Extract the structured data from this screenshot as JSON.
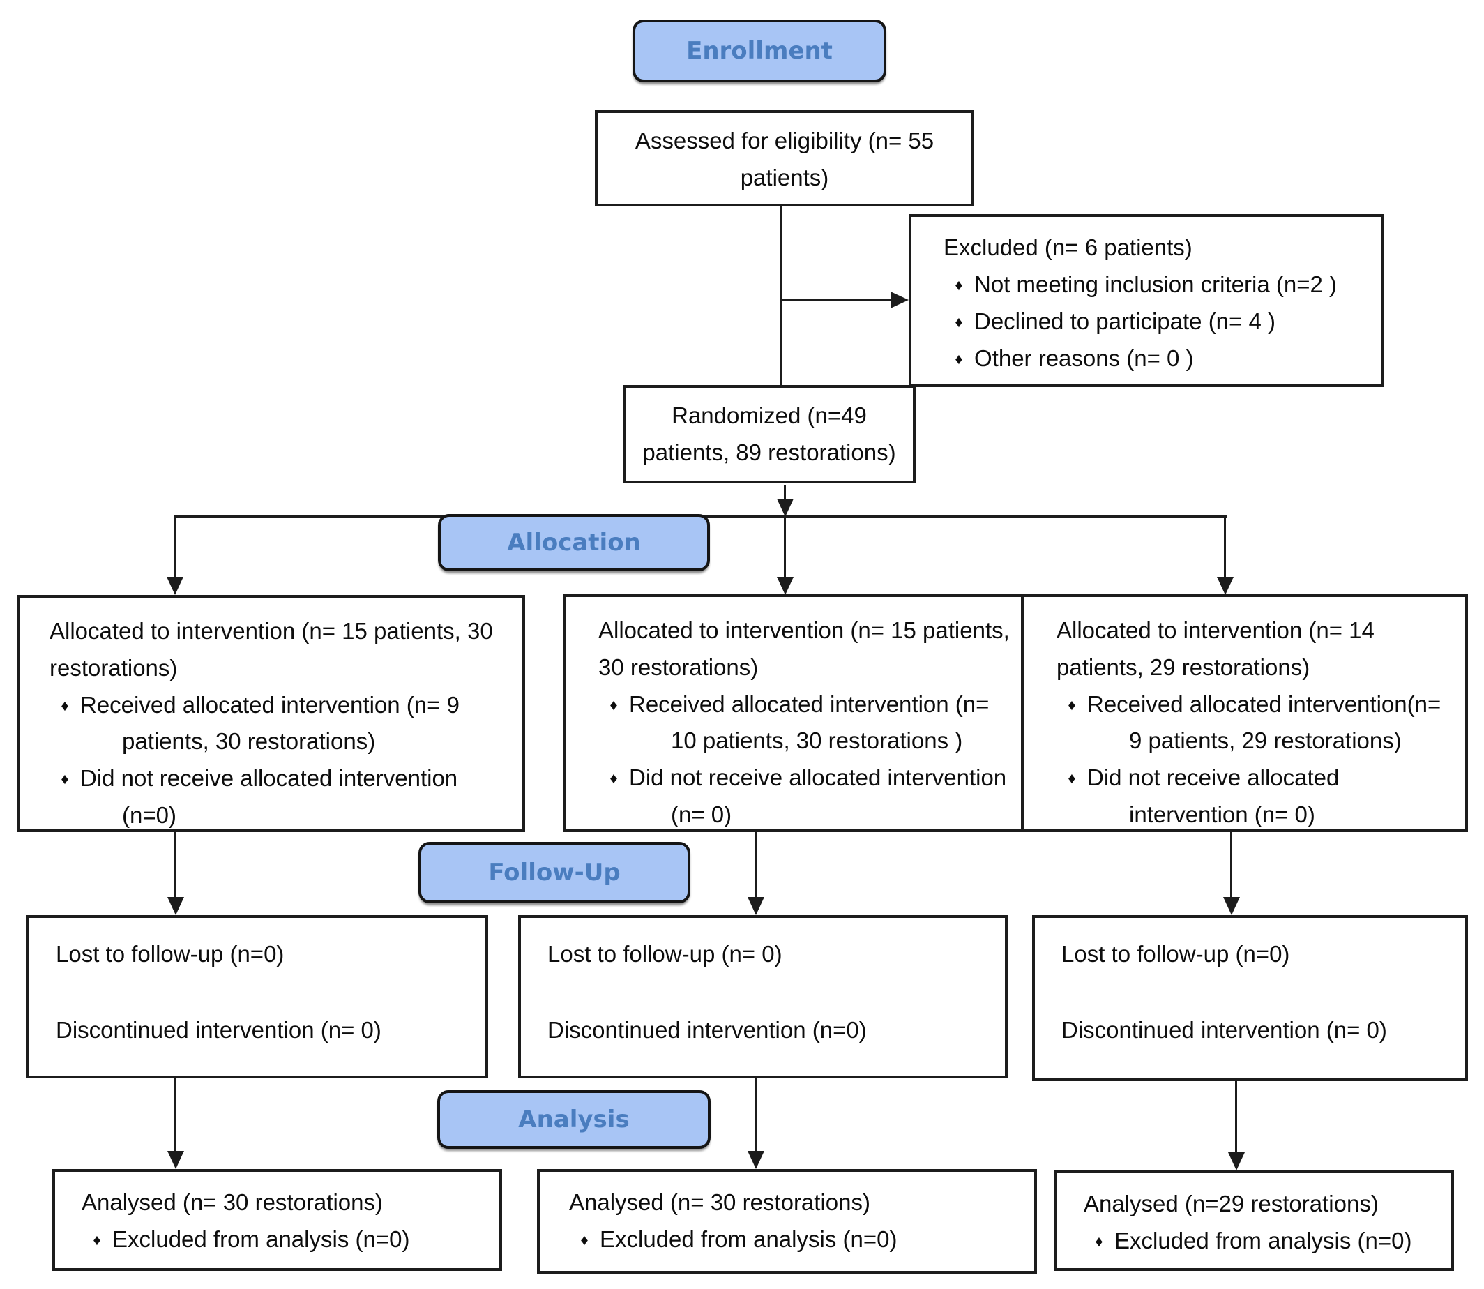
{
  "diagram": {
    "kind": "consort-flow",
    "bullet_glyph": "♦",
    "colors": {
      "header_fill": "#a8c5f5",
      "header_text": "#4a7dbf",
      "box_border": "#1c1c1c",
      "connector": "#1c1c1c"
    },
    "headers": {
      "enrollment": "Enrollment",
      "allocation": "Allocation",
      "follow_up": "Follow-Up",
      "analysis": "Analysis"
    },
    "boxes": {
      "assessed": {
        "lines": [
          "Assessed for eligibility (n= 55",
          "patients)"
        ]
      },
      "excluded": {
        "title": "Excluded (n= 6 patients)",
        "bullets": [
          "Not meeting inclusion criteria (n=2 )",
          "Declined to participate (n= 4 )",
          "Other reasons (n= 0 )"
        ]
      },
      "randomized": {
        "lines": [
          "Randomized (n=49",
          "patients, 89 restorations)"
        ]
      },
      "allocation_left": {
        "title": "Allocated to intervention (n= 15 patients, 30 restorations)",
        "bullets": [
          "Received allocated intervention (n= 9 patients, 30 restorations)",
          "Did not receive allocated intervention (n=0)"
        ]
      },
      "allocation_middle": {
        "title": "Allocated to intervention (n= 15 patients, 30 restorations)",
        "bullets": [
          "Received allocated intervention (n= 10 patients, 30 restorations )",
          "Did not receive allocated intervention (n= 0)"
        ]
      },
      "allocation_right": {
        "title": "Allocated to intervention (n= 14 patients, 29 restorations)",
        "bullets": [
          "Received allocated intervention(n= 9 patients, 29 restorations)",
          "Did not receive allocated intervention (n= 0)"
        ]
      },
      "followup_left": {
        "lines": [
          "Lost to follow-up (n=0)",
          "Discontinued intervention (n= 0)"
        ]
      },
      "followup_middle": {
        "lines": [
          "Lost to follow-up (n= 0)",
          "Discontinued intervention (n=0)"
        ]
      },
      "followup_right": {
        "lines": [
          "Lost to follow-up (n=0)",
          "Discontinued intervention (n= 0)"
        ]
      },
      "analysis_left": {
        "title": "Analysed (n= 30 restorations)",
        "bullets": [
          "Excluded from analysis (n=0)"
        ]
      },
      "analysis_middle": {
        "title": "Analysed (n= 30 restorations)",
        "bullets": [
          "Excluded from analysis (n=0)"
        ]
      },
      "analysis_right": {
        "title": "Analysed (n=29 restorations)",
        "bullets": [
          "Excluded from analysis (n=0)"
        ]
      }
    }
  }
}
